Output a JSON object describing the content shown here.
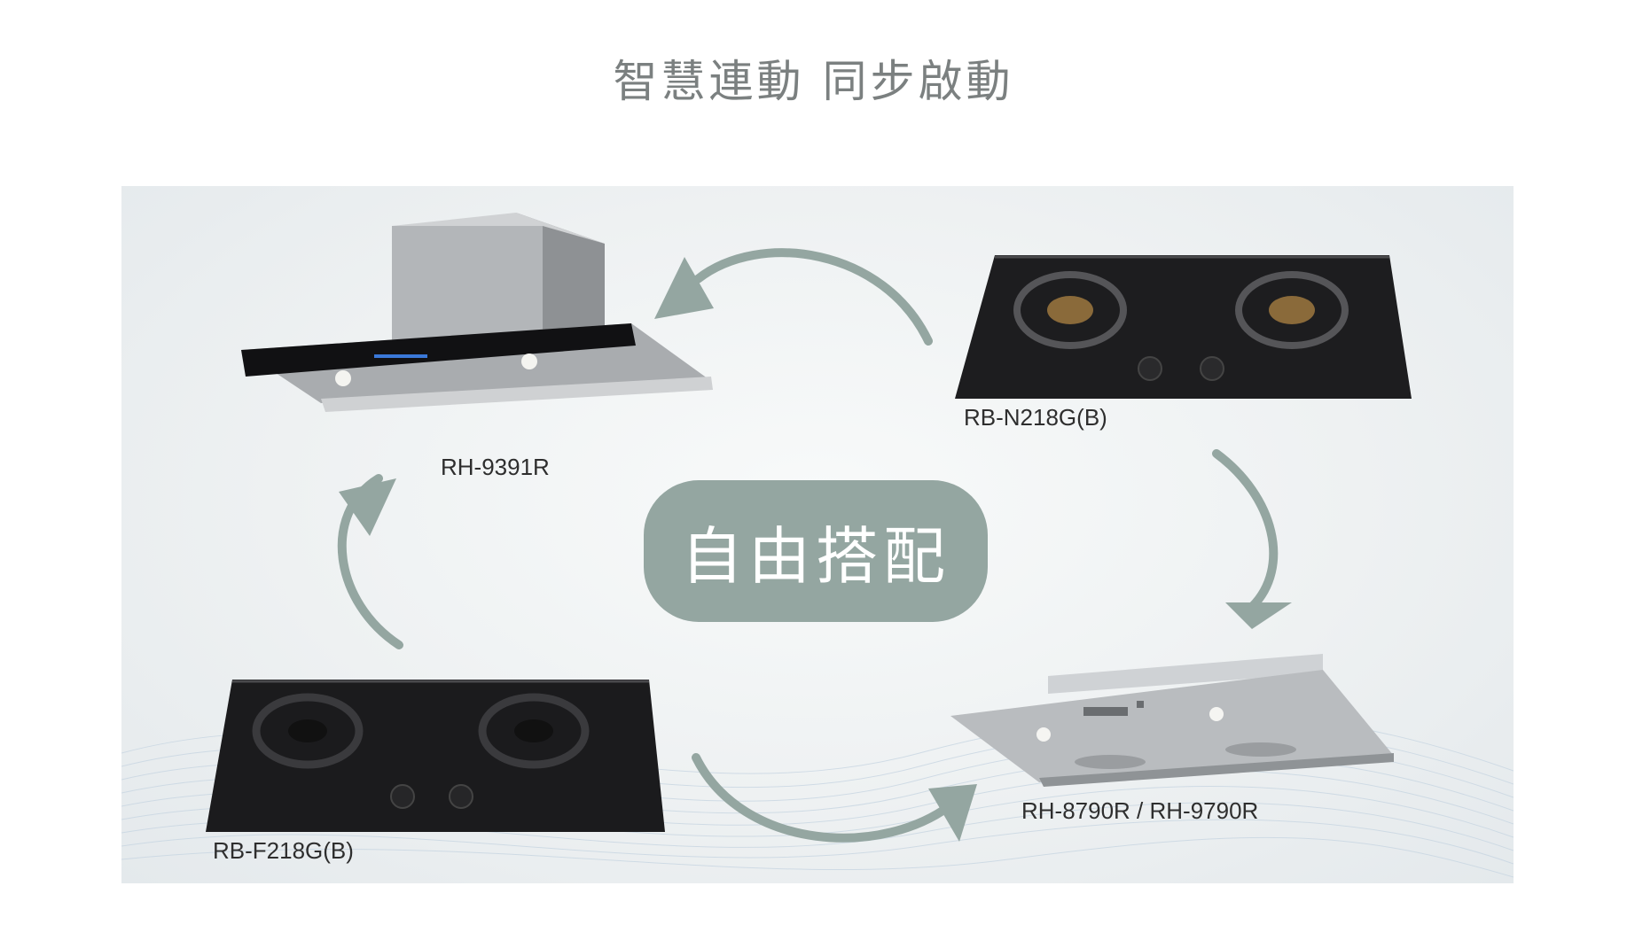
{
  "headline": "智慧連動 同步啟動",
  "center_badge": "自由搭配",
  "products": {
    "top_left": {
      "model": "RH-9391R",
      "icon": "range-hood-chimney-icon"
    },
    "top_right": {
      "model": "RB-N218G(B)",
      "icon": "gas-hob-icon"
    },
    "bottom_left": {
      "model": "RB-F218G(B)",
      "icon": "gas-hob-icon"
    },
    "bottom_right": {
      "model": "RH-8790R / RH-9790R",
      "icon": "range-hood-slim-icon"
    }
  },
  "arrow_icon": "cycle-arrow-icon",
  "colors": {
    "arrow": "#94a6a1",
    "badge": "#94a6a1",
    "headline": "#7b8080",
    "hob_glass": "#1d1d1f",
    "steel": "#b9bcbf"
  }
}
